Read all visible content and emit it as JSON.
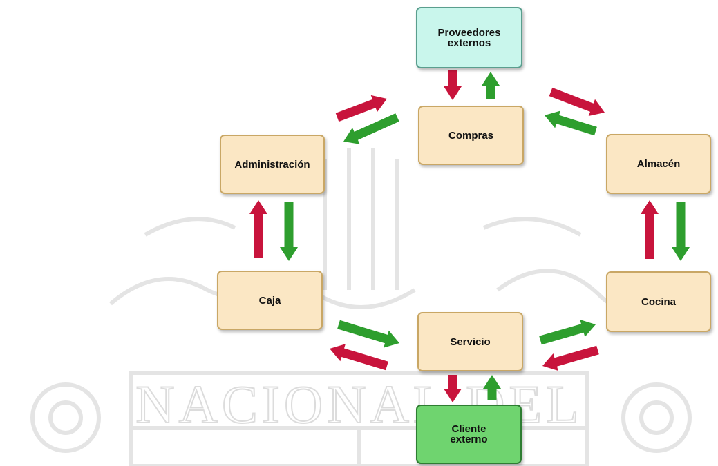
{
  "diagram": {
    "nodes": {
      "proveedores": "Proveedores\nexternos",
      "compras": "Compras",
      "administracion": "Administración",
      "almacen": "Almacén",
      "caja": "Caja",
      "cocina": "Cocina",
      "servicio": "Servicio",
      "cliente": "Cliente\nexterno"
    },
    "colors": {
      "internal_fill": "#fbe7c4",
      "supplier_fill": "#c9f6ec",
      "client_fill": "#6fd46f",
      "request_arrow": "#c8143c",
      "response_arrow": "#2e9e2e"
    },
    "flows": [
      {
        "from": "compras",
        "to": "proveedores",
        "kind": "request"
      },
      {
        "from": "proveedores",
        "to": "compras",
        "kind": "response"
      },
      {
        "from": "administracion",
        "to": "compras",
        "kind": "request"
      },
      {
        "from": "compras",
        "to": "administracion",
        "kind": "response"
      },
      {
        "from": "compras",
        "to": "almacen",
        "kind": "request"
      },
      {
        "from": "almacen",
        "to": "compras",
        "kind": "response"
      },
      {
        "from": "caja",
        "to": "administracion",
        "kind": "request"
      },
      {
        "from": "administracion",
        "to": "caja",
        "kind": "response"
      },
      {
        "from": "almacen",
        "to": "cocina",
        "kind": "request"
      },
      {
        "from": "cocina",
        "to": "almacen",
        "kind": "response"
      },
      {
        "from": "caja",
        "to": "servicio",
        "kind": "response"
      },
      {
        "from": "servicio",
        "to": "caja",
        "kind": "request"
      },
      {
        "from": "servicio",
        "to": "cocina",
        "kind": "response"
      },
      {
        "from": "cocina",
        "to": "servicio",
        "kind": "request"
      },
      {
        "from": "servicio",
        "to": "cliente",
        "kind": "request"
      },
      {
        "from": "cliente",
        "to": "servicio",
        "kind": "response"
      }
    ],
    "watermark_text": "NACIONAL DEL"
  }
}
